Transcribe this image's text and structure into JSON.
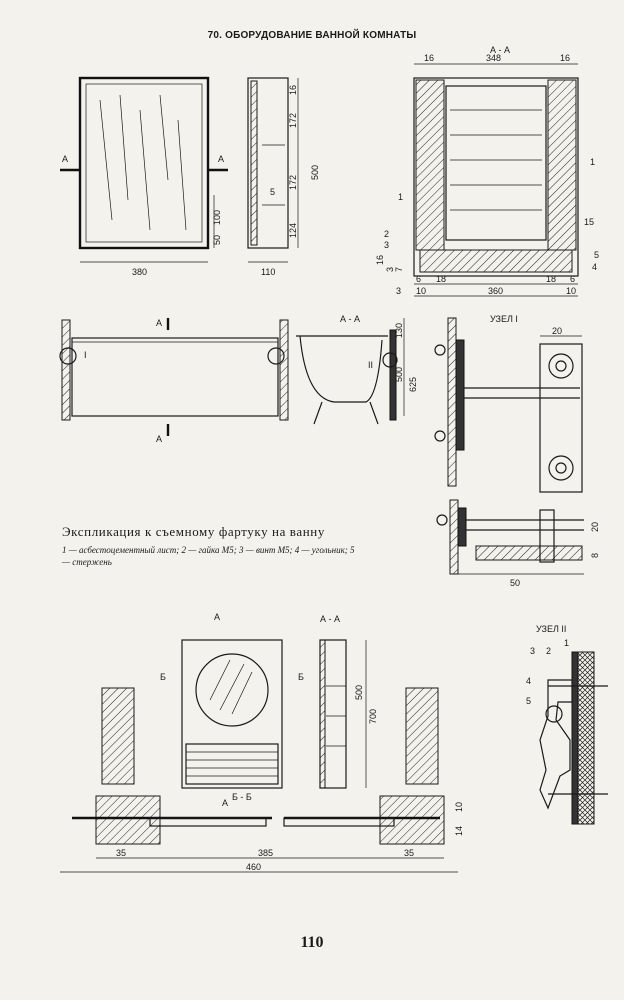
{
  "page": {
    "title": "70. ОБОРУДОВАНИЕ ВАННОЙ КОМНАТЫ",
    "number": "110"
  },
  "explication": {
    "heading": "Экспликация к съемному фартуку на ванну",
    "items": "1 — асбестоцементный лист; 2 — гайка М5; 3 — винт М5; 4 — угольник; 5 — стержень"
  },
  "labels": {
    "section_aa": "А - А",
    "section_bb": "Б - Б",
    "a": "А",
    "b": "Б",
    "node1": "УЗЕЛ  I",
    "node2": "УЗЕЛ  II",
    "roman1": "I",
    "roman2": "II"
  },
  "dims": {
    "d16": "16",
    "d348": "348",
    "d172": "172",
    "d500": "500",
    "d124": "124",
    "d100": "100",
    "d50": "50",
    "d380": "380",
    "d110": "110",
    "d15": "15",
    "d3": "3",
    "d7": "7",
    "d6": "6",
    "d18": "18",
    "d10": "10",
    "d360": "360",
    "d130": "130",
    "d625": "625",
    "d20": "20",
    "d8": "8",
    "d700": "700",
    "d35": "35",
    "d385": "385",
    "d460": "460",
    "d14": "14",
    "n1": "1",
    "n2": "2",
    "n3": "3",
    "n4": "4",
    "n5": "5"
  }
}
